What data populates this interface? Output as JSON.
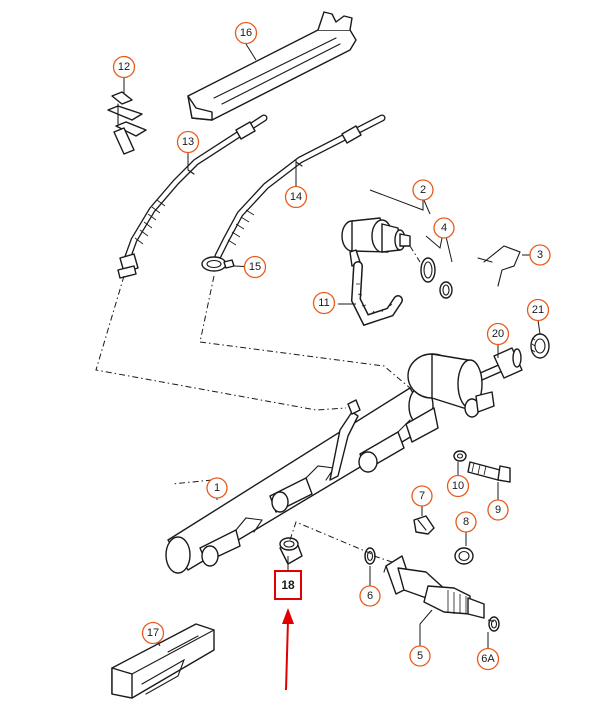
{
  "callouts": [
    {
      "label": "1"
    },
    {
      "label": "2"
    },
    {
      "label": "3"
    },
    {
      "label": "4"
    },
    {
      "label": "5"
    },
    {
      "label": "6"
    },
    {
      "label": "6A"
    },
    {
      "label": "7"
    },
    {
      "label": "8"
    },
    {
      "label": "9"
    },
    {
      "label": "10"
    },
    {
      "label": "11"
    },
    {
      "label": "12"
    },
    {
      "label": "13"
    },
    {
      "label": "14"
    },
    {
      "label": "15"
    },
    {
      "label": "16"
    },
    {
      "label": "17"
    },
    {
      "label": "20"
    },
    {
      "label": "21"
    }
  ],
  "highlight": {
    "label": "18"
  },
  "colors": {
    "callout_ring": "#e85a1c",
    "highlight": "#e00000",
    "line": "#1a1a1a"
  }
}
